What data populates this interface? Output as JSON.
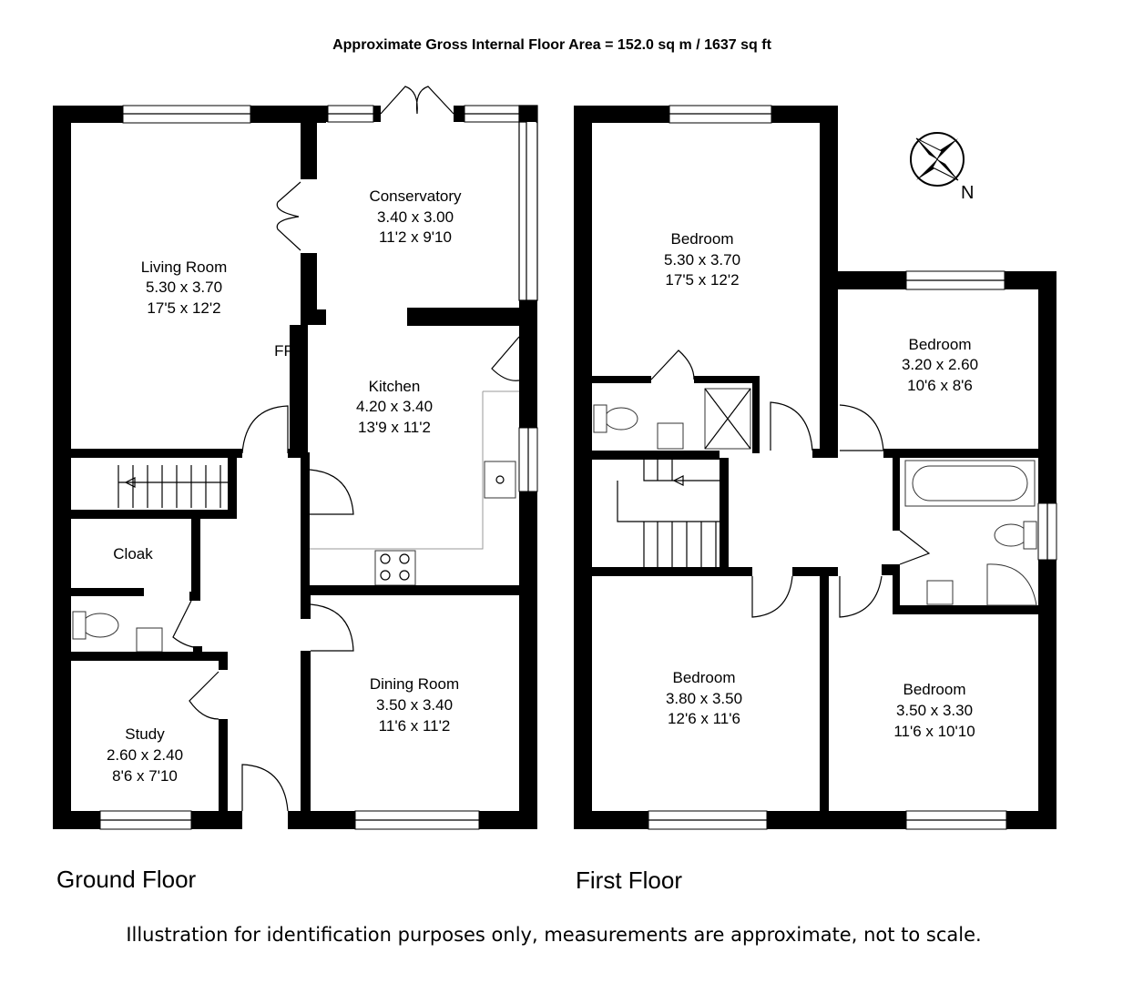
{
  "header": {
    "title": "Approximate Gross Internal Floor Area  = 152.0 sq m  / 1637 sq ft"
  },
  "ground_floor": {
    "label": "Ground Floor",
    "fp_label": "FP",
    "rooms": {
      "living": {
        "name": "Living Room",
        "metric": "5.30 x 3.70",
        "imperial": "17'5 x 12'2"
      },
      "conservatory": {
        "name": "Conservatory",
        "metric": "3.40 x 3.00",
        "imperial": "11'2 x 9'10"
      },
      "kitchen": {
        "name": "Kitchen",
        "metric": "4.20 x 3.40",
        "imperial": "13'9 x 11'2"
      },
      "cloak": {
        "name": "Cloak"
      },
      "dining": {
        "name": "Dining Room",
        "metric": "3.50 x 3.40",
        "imperial": "11'6 x 11'2"
      },
      "study": {
        "name": "Study",
        "metric": "2.60 x 2.40",
        "imperial": "8'6 x 7'10"
      }
    }
  },
  "first_floor": {
    "label": "First Floor",
    "rooms": {
      "bedroom1": {
        "name": "Bedroom",
        "metric": "5.30 x 3.70",
        "imperial": "17'5 x 12'2"
      },
      "bedroom2": {
        "name": "Bedroom",
        "metric": "3.20 x 2.60",
        "imperial": "10'6 x 8'6"
      },
      "bedroom3": {
        "name": "Bedroom",
        "metric": "3.80 x 3.50",
        "imperial": "12'6 x 11'6"
      },
      "bedroom4": {
        "name": "Bedroom",
        "metric": "3.50 x 3.30",
        "imperial": "11'6 x 10'10"
      }
    }
  },
  "compass": {
    "label": "N"
  },
  "footer": {
    "disclaimer": "Illustration for identification purposes only, measurements are approximate, not to scale."
  }
}
